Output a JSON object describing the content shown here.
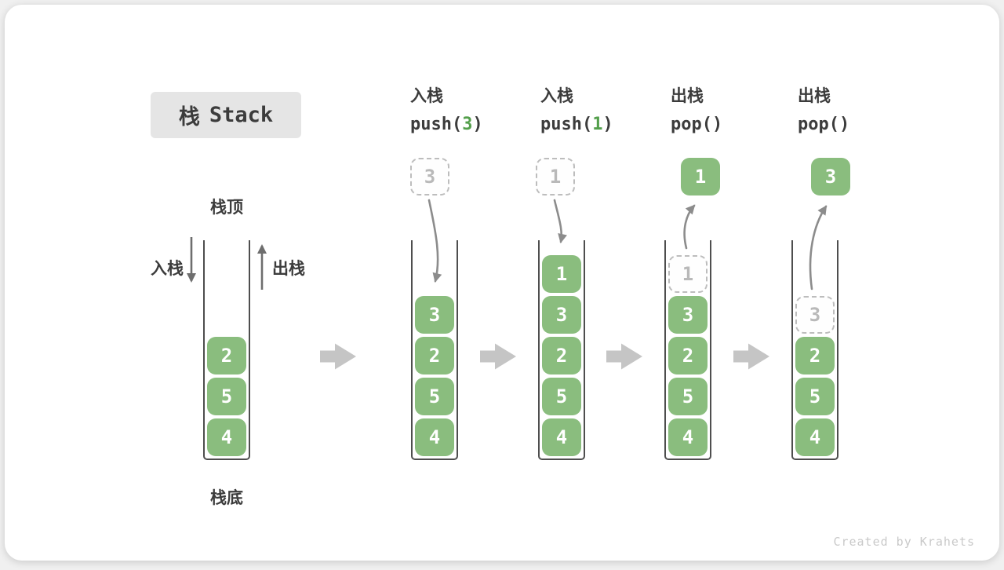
{
  "title": {
    "zh": "栈",
    "en": "Stack"
  },
  "side_labels": {
    "stack_top": "栈顶",
    "stack_bottom": "栈底",
    "push_in": "入栈",
    "pop_out": "出栈"
  },
  "watermark": "Created by Krahets",
  "colors": {
    "box_green": "#8ABD7E",
    "code_green": "#539F4B",
    "text_dark": "#3C3C3C",
    "arrow_gray": "#8C8C8C",
    "block_arrow_gray": "#C5C5C5",
    "dashed_gray": "#BDBDBD",
    "title_bg": "#E5E5E5"
  },
  "steps": [
    {
      "header": null,
      "floating": null,
      "cells": [
        {
          "value": "2",
          "variant": "solid"
        },
        {
          "value": "5",
          "variant": "solid"
        },
        {
          "value": "4",
          "variant": "solid"
        }
      ]
    },
    {
      "header": {
        "zh": "入栈",
        "code": [
          {
            "t": "push("
          },
          {
            "t": "3",
            "green": true
          },
          {
            "t": ")"
          }
        ]
      },
      "floating": {
        "value": "3",
        "variant": "dashed"
      },
      "cells": [
        {
          "value": "3",
          "variant": "solid"
        },
        {
          "value": "2",
          "variant": "solid"
        },
        {
          "value": "5",
          "variant": "solid"
        },
        {
          "value": "4",
          "variant": "solid"
        }
      ]
    },
    {
      "header": {
        "zh": "入栈",
        "code": [
          {
            "t": "push("
          },
          {
            "t": "1",
            "green": true
          },
          {
            "t": ")"
          }
        ]
      },
      "floating": {
        "value": "1",
        "variant": "dashed"
      },
      "cells": [
        {
          "value": "1",
          "variant": "solid"
        },
        {
          "value": "3",
          "variant": "solid"
        },
        {
          "value": "2",
          "variant": "solid"
        },
        {
          "value": "5",
          "variant": "solid"
        },
        {
          "value": "4",
          "variant": "solid"
        }
      ]
    },
    {
      "header": {
        "zh": "出栈",
        "code": [
          {
            "t": "pop()"
          }
        ]
      },
      "floating": {
        "value": "1",
        "variant": "solid"
      },
      "cells": [
        {
          "value": "1",
          "variant": "dashed"
        },
        {
          "value": "3",
          "variant": "solid"
        },
        {
          "value": "2",
          "variant": "solid"
        },
        {
          "value": "5",
          "variant": "solid"
        },
        {
          "value": "4",
          "variant": "solid"
        }
      ]
    },
    {
      "header": {
        "zh": "出栈",
        "code": [
          {
            "t": "pop()"
          }
        ]
      },
      "floating": {
        "value": "3",
        "variant": "solid"
      },
      "cells": [
        {
          "value": "3",
          "variant": "dashed"
        },
        {
          "value": "2",
          "variant": "solid"
        },
        {
          "value": "5",
          "variant": "solid"
        },
        {
          "value": "4",
          "variant": "solid"
        }
      ]
    }
  ]
}
